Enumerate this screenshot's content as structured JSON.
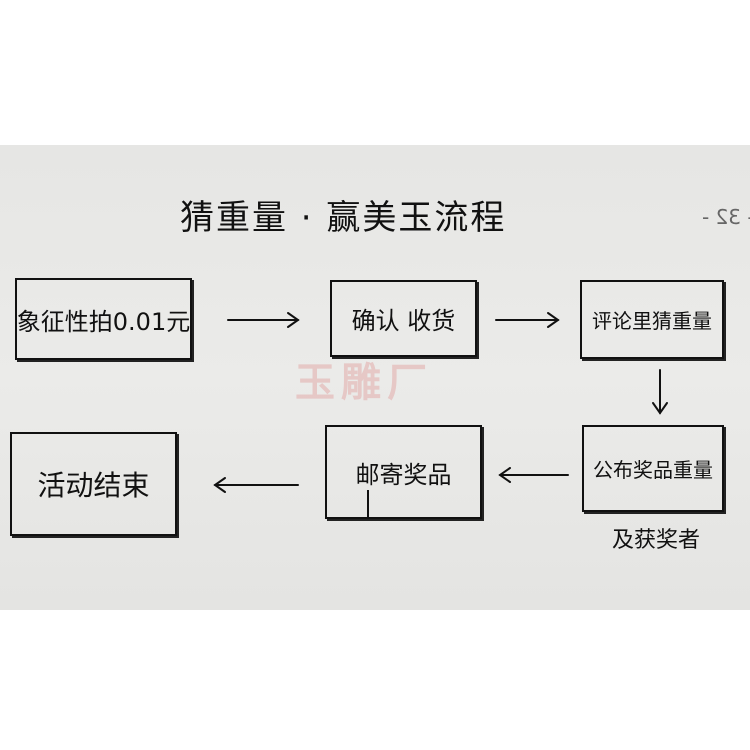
{
  "title": "猜重量 · 赢美玉流程",
  "page_number": "- 32 -",
  "watermark": "玉雕厂",
  "steps": [
    {
      "label": "象征性拍0.01元"
    },
    {
      "label": "确认 收货"
    },
    {
      "label": "评论里猜重量"
    },
    {
      "label": "公布奖品重量"
    },
    {
      "label": "邮寄奖品"
    },
    {
      "label": "活动结束"
    }
  ],
  "step4_note": "及获奖者"
}
